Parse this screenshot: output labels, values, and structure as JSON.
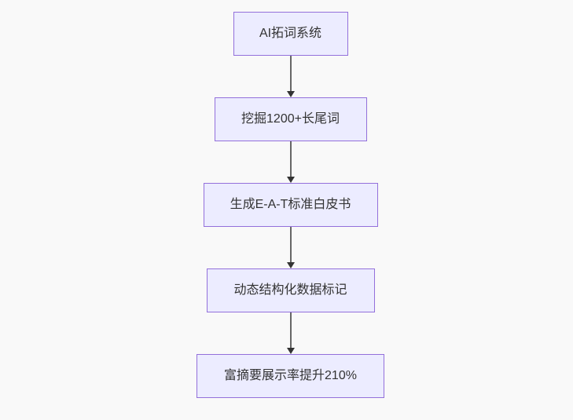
{
  "diagram": {
    "type": "flowchart-vertical",
    "colors": {
      "background": "#f9f9f9",
      "node_fill": "#ececff",
      "node_border": "#9370db",
      "node_text": "#333333",
      "edge_line": "#666666",
      "arrow_head": "#333333"
    },
    "nodes": [
      {
        "id": "1",
        "label": "AI拓词系统"
      },
      {
        "id": "2",
        "label": "挖掘1200+长尾词"
      },
      {
        "id": "3",
        "label": "生成E-A-T标准白皮书"
      },
      {
        "id": "4",
        "label": "动态结构化数据标记"
      },
      {
        "id": "5",
        "label": "富摘要展示率提升210%"
      }
    ],
    "edges": [
      {
        "from": "1",
        "to": "2",
        "style": "arrow-down"
      },
      {
        "from": "2",
        "to": "3",
        "style": "arrow-down"
      },
      {
        "from": "3",
        "to": "4",
        "style": "arrow-down"
      },
      {
        "from": "4",
        "to": "5",
        "style": "arrow-down"
      }
    ]
  }
}
